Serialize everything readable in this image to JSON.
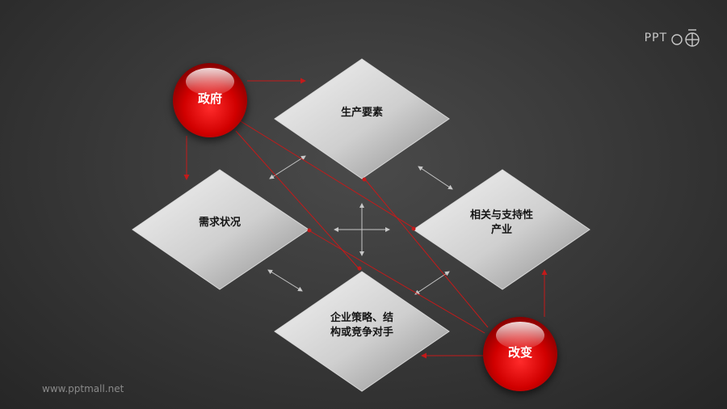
{
  "nodes": {
    "production_factors": "生产要素",
    "demand_conditions": "需求状况",
    "related_industries": [
      "相关与支持性",
      "产业"
    ],
    "firm_strategy": [
      "企业策略、结",
      "构或竞争对手"
    ]
  },
  "spheres": {
    "government": "政府",
    "chance": "改变"
  },
  "logo": {
    "text": "PPT"
  },
  "footer": {
    "url": "www.pptmall.net"
  },
  "colors": {
    "accent_red": "#c41a1a",
    "diamond_light": "#f2f2f2",
    "diamond_dark": "#8e8e8e",
    "arrow_grey": "#bdbdbd"
  }
}
